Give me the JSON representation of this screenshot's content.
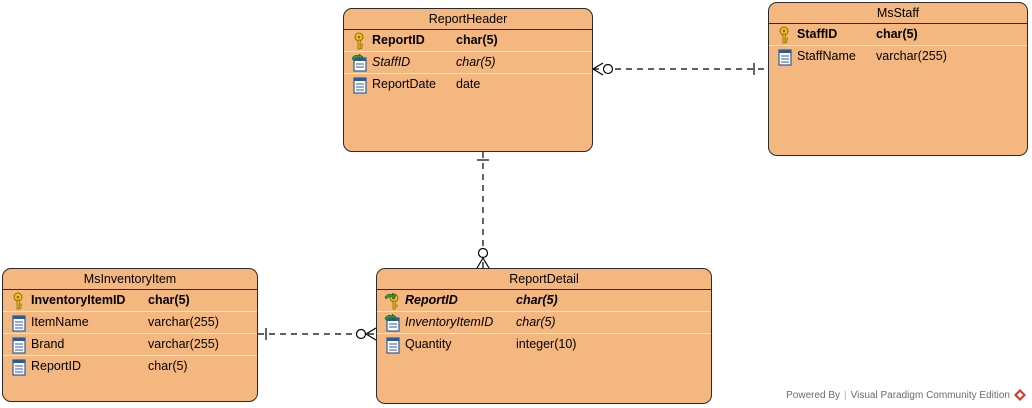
{
  "entities": {
    "report_header": {
      "title": "ReportHeader",
      "rows": [
        {
          "name": "ReportID",
          "type": "char(5)"
        },
        {
          "name": "StaffID",
          "type": "char(5)"
        },
        {
          "name": "ReportDate",
          "type": "date"
        }
      ]
    },
    "ms_staff": {
      "title": "MsStaff",
      "rows": [
        {
          "name": "StaffID",
          "type": "char(5)"
        },
        {
          "name": "StaffName",
          "type": "varchar(255)"
        }
      ]
    },
    "ms_inventory_item": {
      "title": "MsInventoryItem",
      "rows": [
        {
          "name": "InventoryItemID",
          "type": "char(5)"
        },
        {
          "name": "ItemName",
          "type": "varchar(255)"
        },
        {
          "name": "Brand",
          "type": "varchar(255)"
        },
        {
          "name": "ReportID",
          "type": "char(5)"
        }
      ]
    },
    "report_detail": {
      "title": "ReportDetail",
      "rows": [
        {
          "name": "ReportID",
          "type": "char(5)"
        },
        {
          "name": "InventoryItemID",
          "type": "char(5)"
        },
        {
          "name": "Quantity",
          "type": "integer(10)"
        }
      ]
    }
  },
  "footer": {
    "powered_by": "Powered By",
    "product": "Visual Paradigm Community Edition"
  }
}
